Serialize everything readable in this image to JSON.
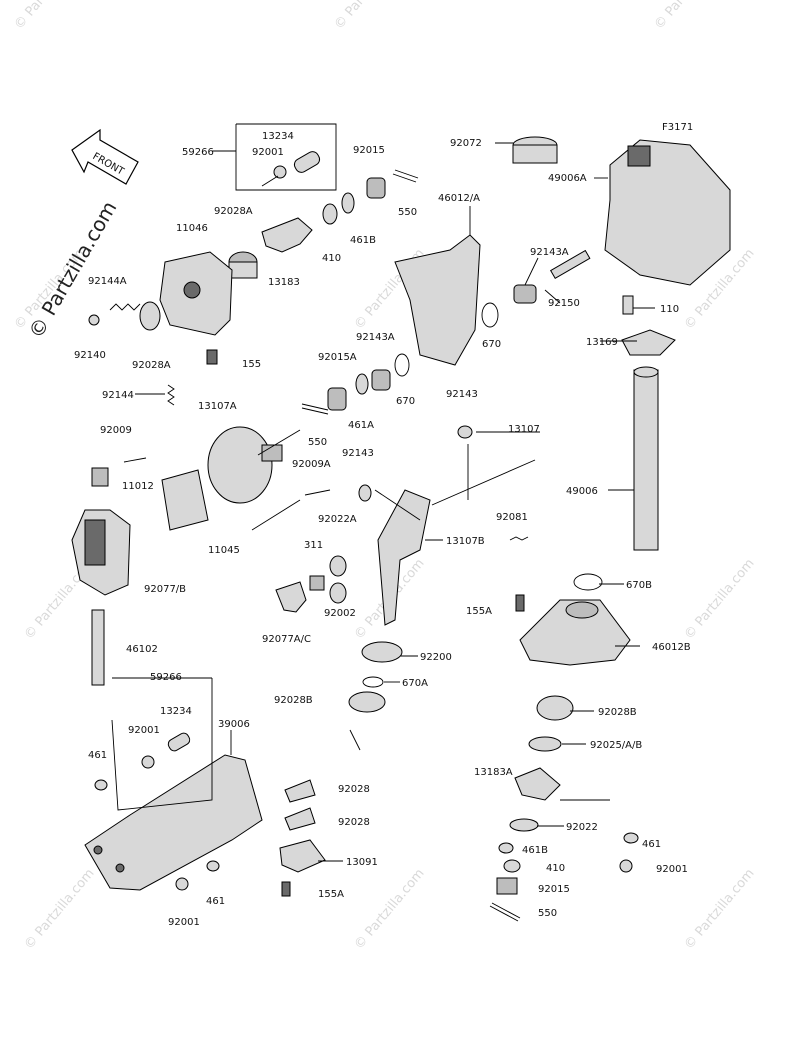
{
  "diagram": {
    "figure_code": "F3171",
    "front_label": "FRONT",
    "watermark": "© Partzilla.com",
    "callouts": {
      "c59266a": "59266",
      "c13234a": "13234",
      "c92001a": "92001",
      "c92015a": "92015",
      "c92072": "92072",
      "c49006A": "49006A",
      "c550a": "550",
      "c46012": "46012/A",
      "c92028A1": "92028A",
      "c11046": "11046",
      "c461B1": "461B",
      "c410a": "410",
      "c13183": "13183",
      "c92144A": "92144A",
      "c92140": "92140",
      "c92028A2": "92028A",
      "c155a": "155",
      "c92143A1": "92143A",
      "c92150": "92150",
      "c110": "110",
      "c92143A2": "92143A",
      "c92015A": "92015A",
      "c670a": "670",
      "c670b": "670",
      "c13169": "13169",
      "c461A": "461A",
      "c92144": "92144",
      "c13107A": "13107A",
      "c92143a": "92143",
      "c92143b": "92143",
      "c13107": "13107",
      "c550b": "550",
      "c92009": "92009",
      "c92009A": "92009A",
      "c11012": "11012",
      "c49006": "49006",
      "c11045": "11045",
      "c92022A": "92022A",
      "c13107B": "13107B",
      "c92081": "92081",
      "c311": "311",
      "c670B": "670B",
      "c92077B": "92077/B",
      "c92002": "92002",
      "c155A1": "155A",
      "c46102": "46102",
      "c92077AC": "92077A/C",
      "c46012B": "46012B",
      "c92200": "92200",
      "c59266b": "59266",
      "c670A": "670A",
      "c92028B1": "92028B",
      "c92028B2": "92028B",
      "c13234b": "13234",
      "c39006": "39006",
      "c92001b": "92001",
      "c92025": "92025/A/B",
      "c461a": "461",
      "c13183A": "13183A",
      "c92028a": "92028",
      "c92028b": "92028",
      "c92022": "92022",
      "c461b": "461",
      "c13091": "13091",
      "c461B2": "461B",
      "c92001c": "92001",
      "c410b": "410",
      "c155A2": "155A",
      "c92015b": "92015",
      "c461c": "461",
      "c550c": "550",
      "c92001d": "92001"
    }
  }
}
